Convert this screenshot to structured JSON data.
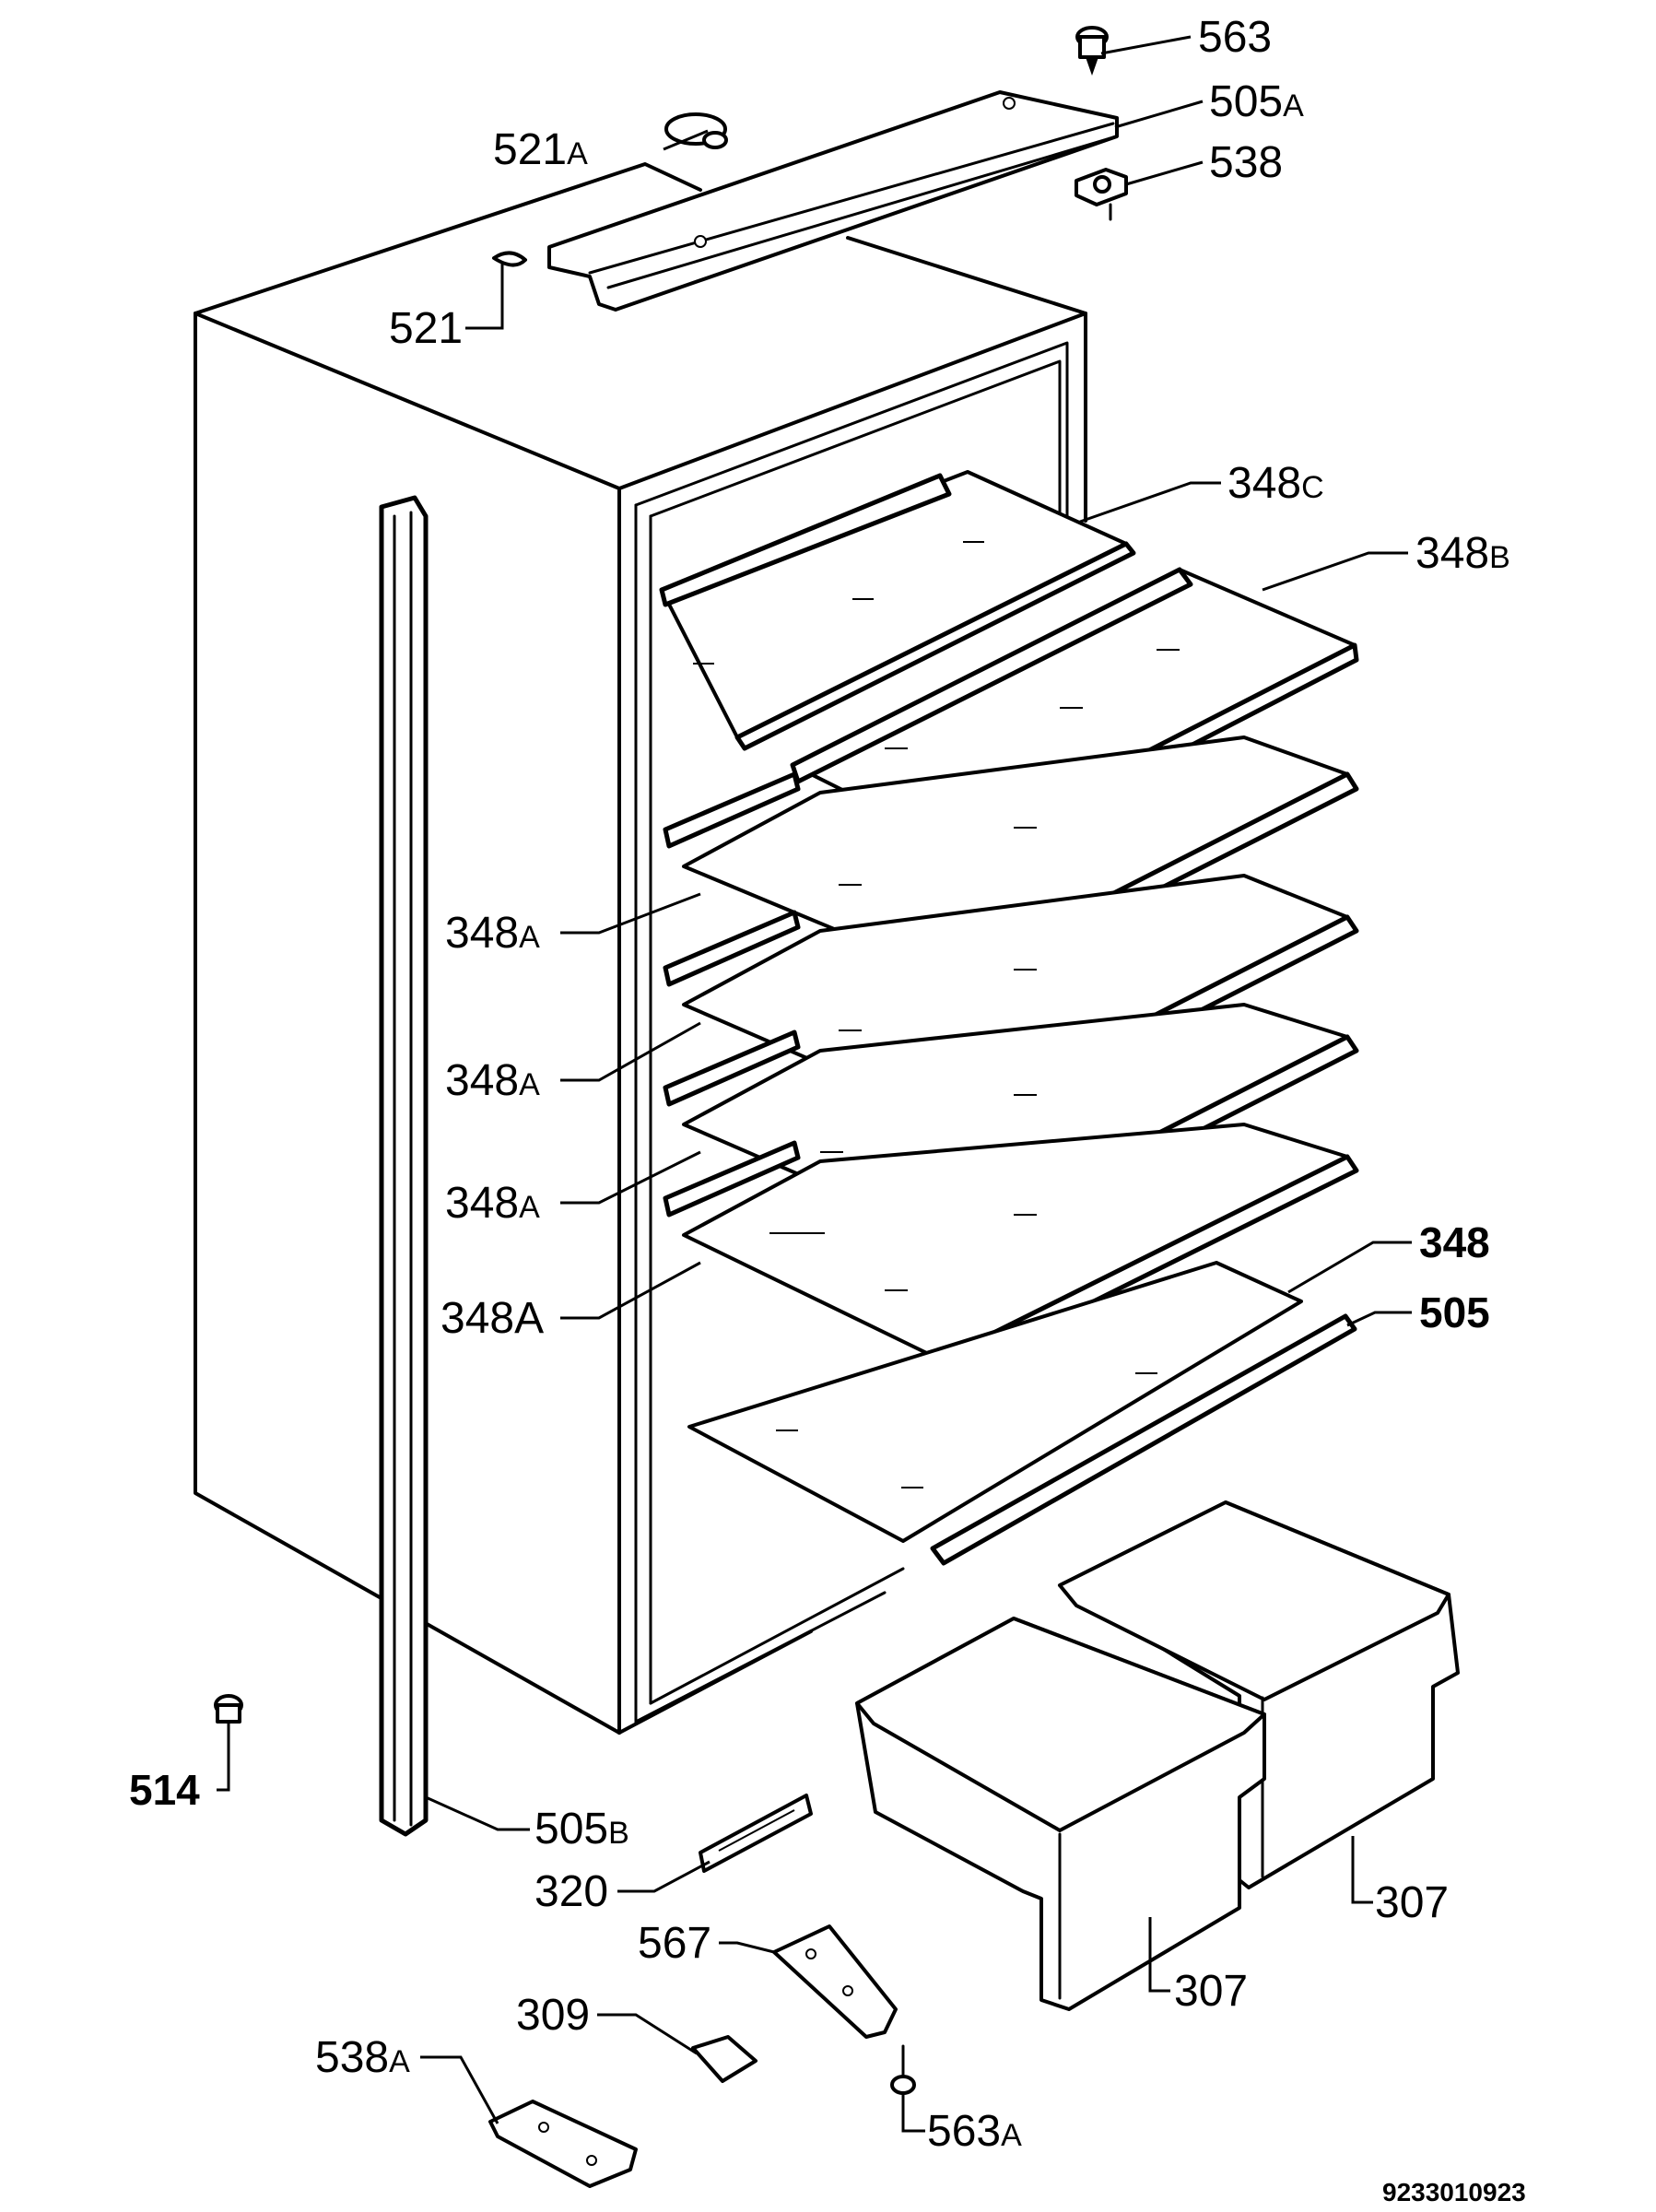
{
  "labels": {
    "p563": "563",
    "p505a": "505",
    "p505a_suffix": "A",
    "p521a": "521",
    "p521a_suffix": "A",
    "p538": "538",
    "p521": "521",
    "p348c": "348",
    "p348c_suffix": "C",
    "p348b": "348",
    "p348b_suffix": "B",
    "p348a_1": "348",
    "p348a_1_suffix": "A",
    "p348a_2": "348",
    "p348a_2_suffix": "A",
    "p348a_3": "348",
    "p348a_3_suffix": "A",
    "p348a_4": "348A",
    "p348": "348",
    "p505": "505",
    "p514": "514",
    "p505b": "505",
    "p505b_suffix": "B",
    "p320": "320",
    "p307_right": "307",
    "p307_left": "307",
    "p567": "567",
    "p309": "309",
    "p538a": "538",
    "p538a_suffix": "A",
    "p563a": "563",
    "p563a_suffix": "A"
  },
  "drawing_code": "9233010923"
}
